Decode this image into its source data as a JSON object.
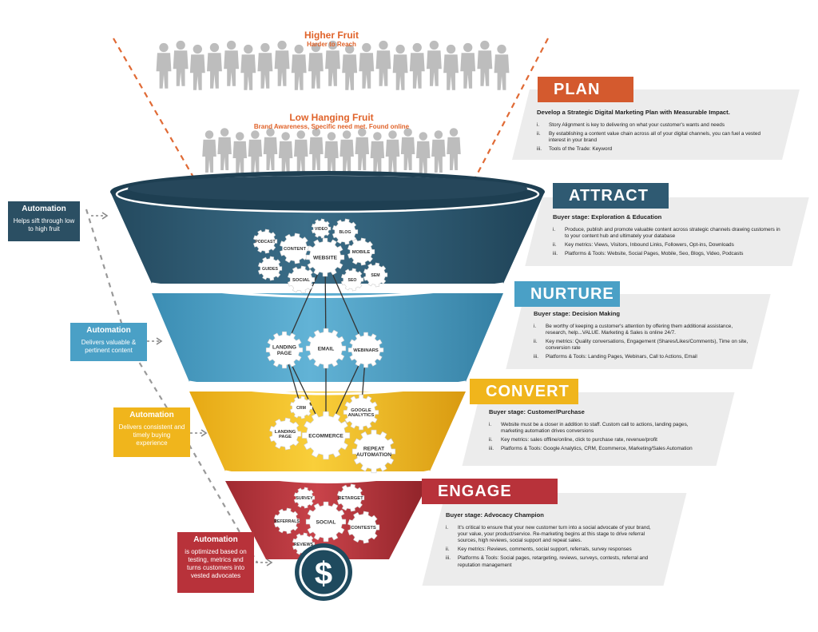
{
  "fruit": {
    "higher_title": "Higher Fruit",
    "higher_sub": "Harder to Reach",
    "low_title": "Low Hanging Fruit",
    "low_sub": "Brand Awareness, Specific need met. Found online"
  },
  "colors": {
    "plan": "#d45a2e",
    "attract": "#2f5a72",
    "nurture": "#4aa0c6",
    "convert": "#f0b51c",
    "engage": "#b8323a",
    "card": "#ececec",
    "orange_dash": "#e06a35"
  },
  "stages": [
    {
      "key": "plan",
      "title": "PLAN",
      "heading": "Develop a Strategic Digital Marketing Plan with Measurable Impact.",
      "items": [
        {
          "num": "i.",
          "text": "Story Alignment is key to delivering on what your customer's wants and needs"
        },
        {
          "num": "ii.",
          "text": "By establishing a content value chain across all of your digital channels, you can fuel a vested interest in your brand"
        },
        {
          "num": "iii.",
          "text": "Tools of the Trade: Keyword"
        }
      ]
    },
    {
      "key": "attract",
      "title": "ATTRACT",
      "heading": "Buyer stage: Exploration & Education",
      "items": [
        {
          "num": "i.",
          "text": "Produce, publish and promote valuable content across strategic channels drawing customers in to your content hub and ultimately your database"
        },
        {
          "num": "ii.",
          "text": "Key metrics: Views, Visitors, Inbound Links, Followers, Opt-ins, Downloads"
        },
        {
          "num": "iii.",
          "text": "Platforms & Tools: Website, Social Pages, Mobile, Seo, Blogs, Video, Podcasts"
        }
      ]
    },
    {
      "key": "nurture",
      "title": "NURTURE",
      "heading": "Buyer stage: Decision Making",
      "items": [
        {
          "num": "i.",
          "text": "Be worthy of keeping a customer's attention by offering them additional assistance, research, help...VALUE. Marketing & Sales is online 24/7."
        },
        {
          "num": "ii.",
          "text": "Key metrics: Quality conversations, Engagement (Shares/Likes/Comments), Time on site, conversion rate"
        },
        {
          "num": "iii.",
          "text": "Platforms & Tools: Landing Pages, Webinars, Call to Actions, Email"
        }
      ]
    },
    {
      "key": "convert",
      "title": "CONVERT",
      "heading": "Buyer stage: Customer/Purchase",
      "items": [
        {
          "num": "i.",
          "text": "Website must be a closer in addition to staff. Custom call to actions, landing pages, marketing automation drives conversions"
        },
        {
          "num": "ii.",
          "text": "Key metrics: sales offline/online, click to purchase rate, revenue/profit"
        },
        {
          "num": "iii.",
          "text": "Platforms & Tools: Google Analytics, CRM, Ecommerce, Marketing/Sales Automation"
        }
      ]
    },
    {
      "key": "engage",
      "title": "ENGAGE",
      "heading": "Buyer stage: Advocacy Champion",
      "items": [
        {
          "num": "i.",
          "text": "It's critical to ensure that your new customer turn into a social advocate of your brand, your value, your product/service. Re-marketing begins at this stage to drive referral sources, high reviews, social support and repeat sales."
        },
        {
          "num": "ii.",
          "text": "Key metrics: Reviews, comments, social support, referrals, survey responses"
        },
        {
          "num": "iii.",
          "text": "Platforms & Tools: Social pages, retargeting, reviews, surveys, contests, referral and reputation management"
        }
      ]
    }
  ],
  "automation": [
    {
      "title": "Automation",
      "text": "Helps sift through low to high fruit"
    },
    {
      "title": "Automation",
      "text": "Delivers valuable & pertinent content"
    },
    {
      "title": "Automation",
      "text": "Delivers consistent and timely buying experience"
    },
    {
      "title": "Automation",
      "text": "is optimized based on testing, metrics and turns customers into vested advocates"
    }
  ],
  "gears": {
    "attract": [
      "PODCAST",
      "CONTENT",
      "VIDEO",
      "BLOG",
      "WEBSITE",
      "MOBILE",
      "GUIDES",
      "SOCIAL",
      "SEO",
      "SEM"
    ],
    "nurture": [
      "LANDING PAGE",
      "EMAIL",
      "WEBINARS"
    ],
    "convert": [
      "CRM",
      "GOOGLE ANALYTICS",
      "LANDING PAGE",
      "ECOMMERCE",
      "REPEAT AUTOMATION"
    ],
    "engage": [
      "SURVEY",
      "RETARGET",
      "REFERRALS",
      "SOCIAL",
      "CONTESTS",
      "REVIEWS"
    ]
  },
  "icons": {
    "dollar": "dollar-coin-icon",
    "person": "person-silhouette-icon",
    "gear": "gear-icon"
  }
}
